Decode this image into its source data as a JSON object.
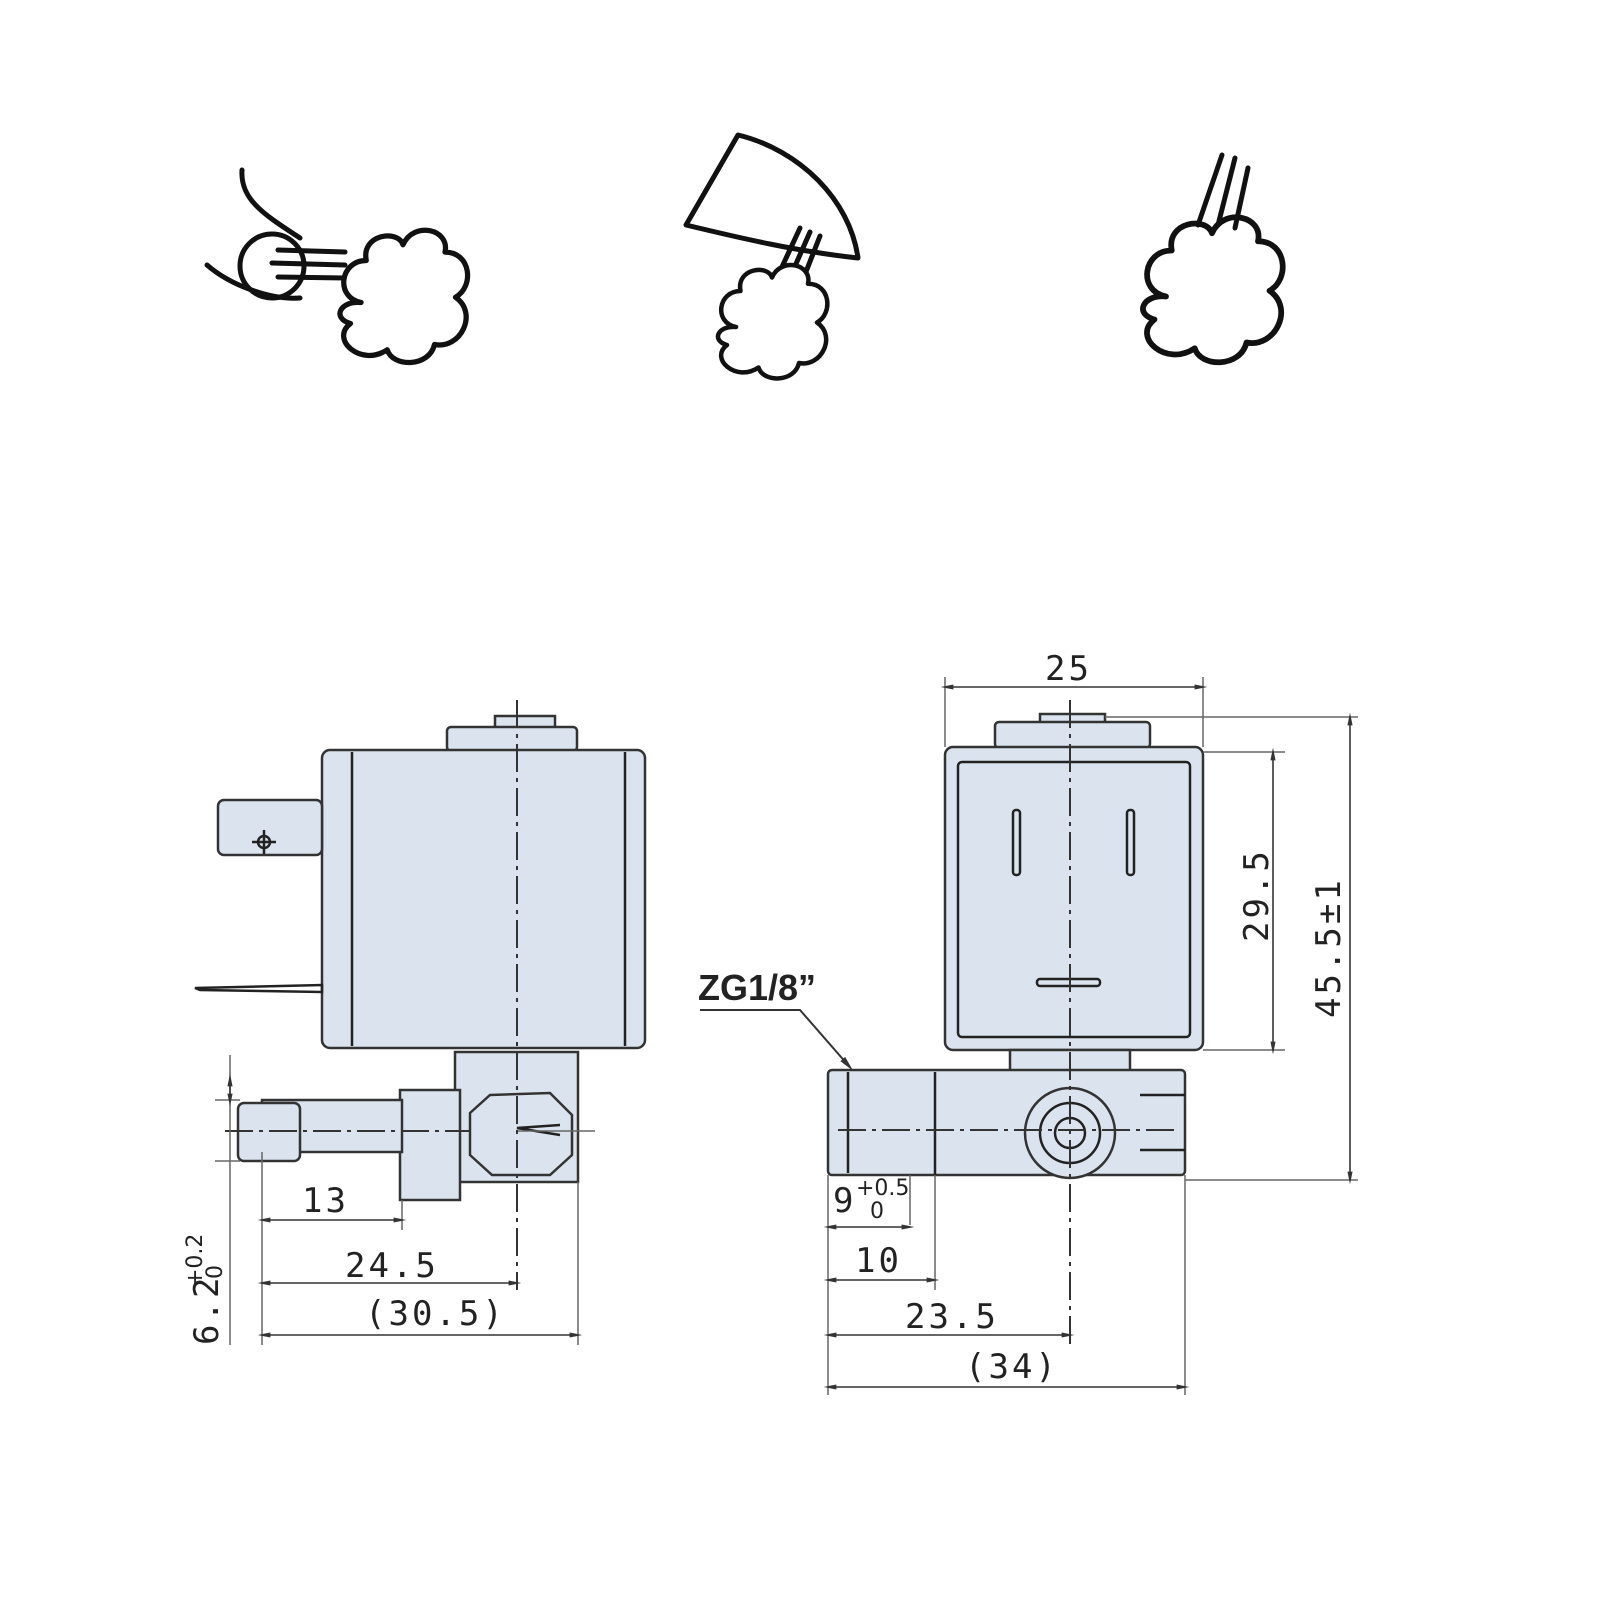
{
  "icons": [
    "blow-dry-icon",
    "spray-nozzle-icon",
    "steam-jet-icon"
  ],
  "left_view": {
    "dims": {
      "d13": "13",
      "d24_5": "24.5",
      "d30_5": "(30.5)",
      "d6_2": "6.2",
      "d6_2_tol_upper": "+0.2",
      "d6_2_tol_lower": "0"
    }
  },
  "right_view": {
    "thread_label": "ZG1/8”",
    "dims": {
      "d25": "25",
      "d29_5": "29.5",
      "d45_5": "45.5±1",
      "d9": "9",
      "d9_tol_upper": "+0.5",
      "d9_tol_lower": "0",
      "d10": "10",
      "d23_5": "23.5",
      "d34": "(34)"
    }
  },
  "colors": {
    "body_fill": "#dbe4ee",
    "line": "#222222"
  }
}
